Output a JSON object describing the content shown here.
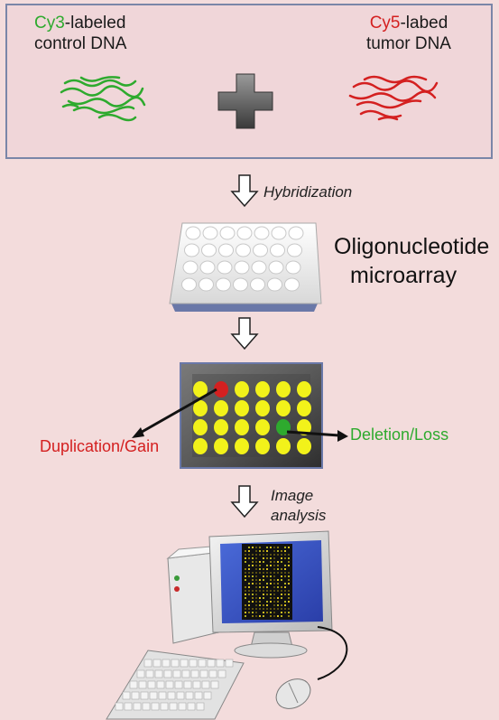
{
  "top": {
    "left_label_prefix": "Cy3",
    "left_label_suffix": "-labeled",
    "left_label_line2": "control DNA",
    "right_label_prefix": "Cy5",
    "right_label_suffix": "-labed",
    "right_label_line2": "tumor DNA"
  },
  "steps": {
    "hybridization": "Hybridization",
    "microarray_line1": "Oligonucleotide",
    "microarray_line2": "microarray",
    "image_line1": "Image",
    "image_line2": "analysis"
  },
  "results": {
    "gain": "Duplication/Gain",
    "loss": "Deletion/Loss"
  },
  "colors": {
    "green": "#2eaa2e",
    "red": "#d42020",
    "spot_yellow": "#f2f21a",
    "background": "#f3dcdc"
  }
}
